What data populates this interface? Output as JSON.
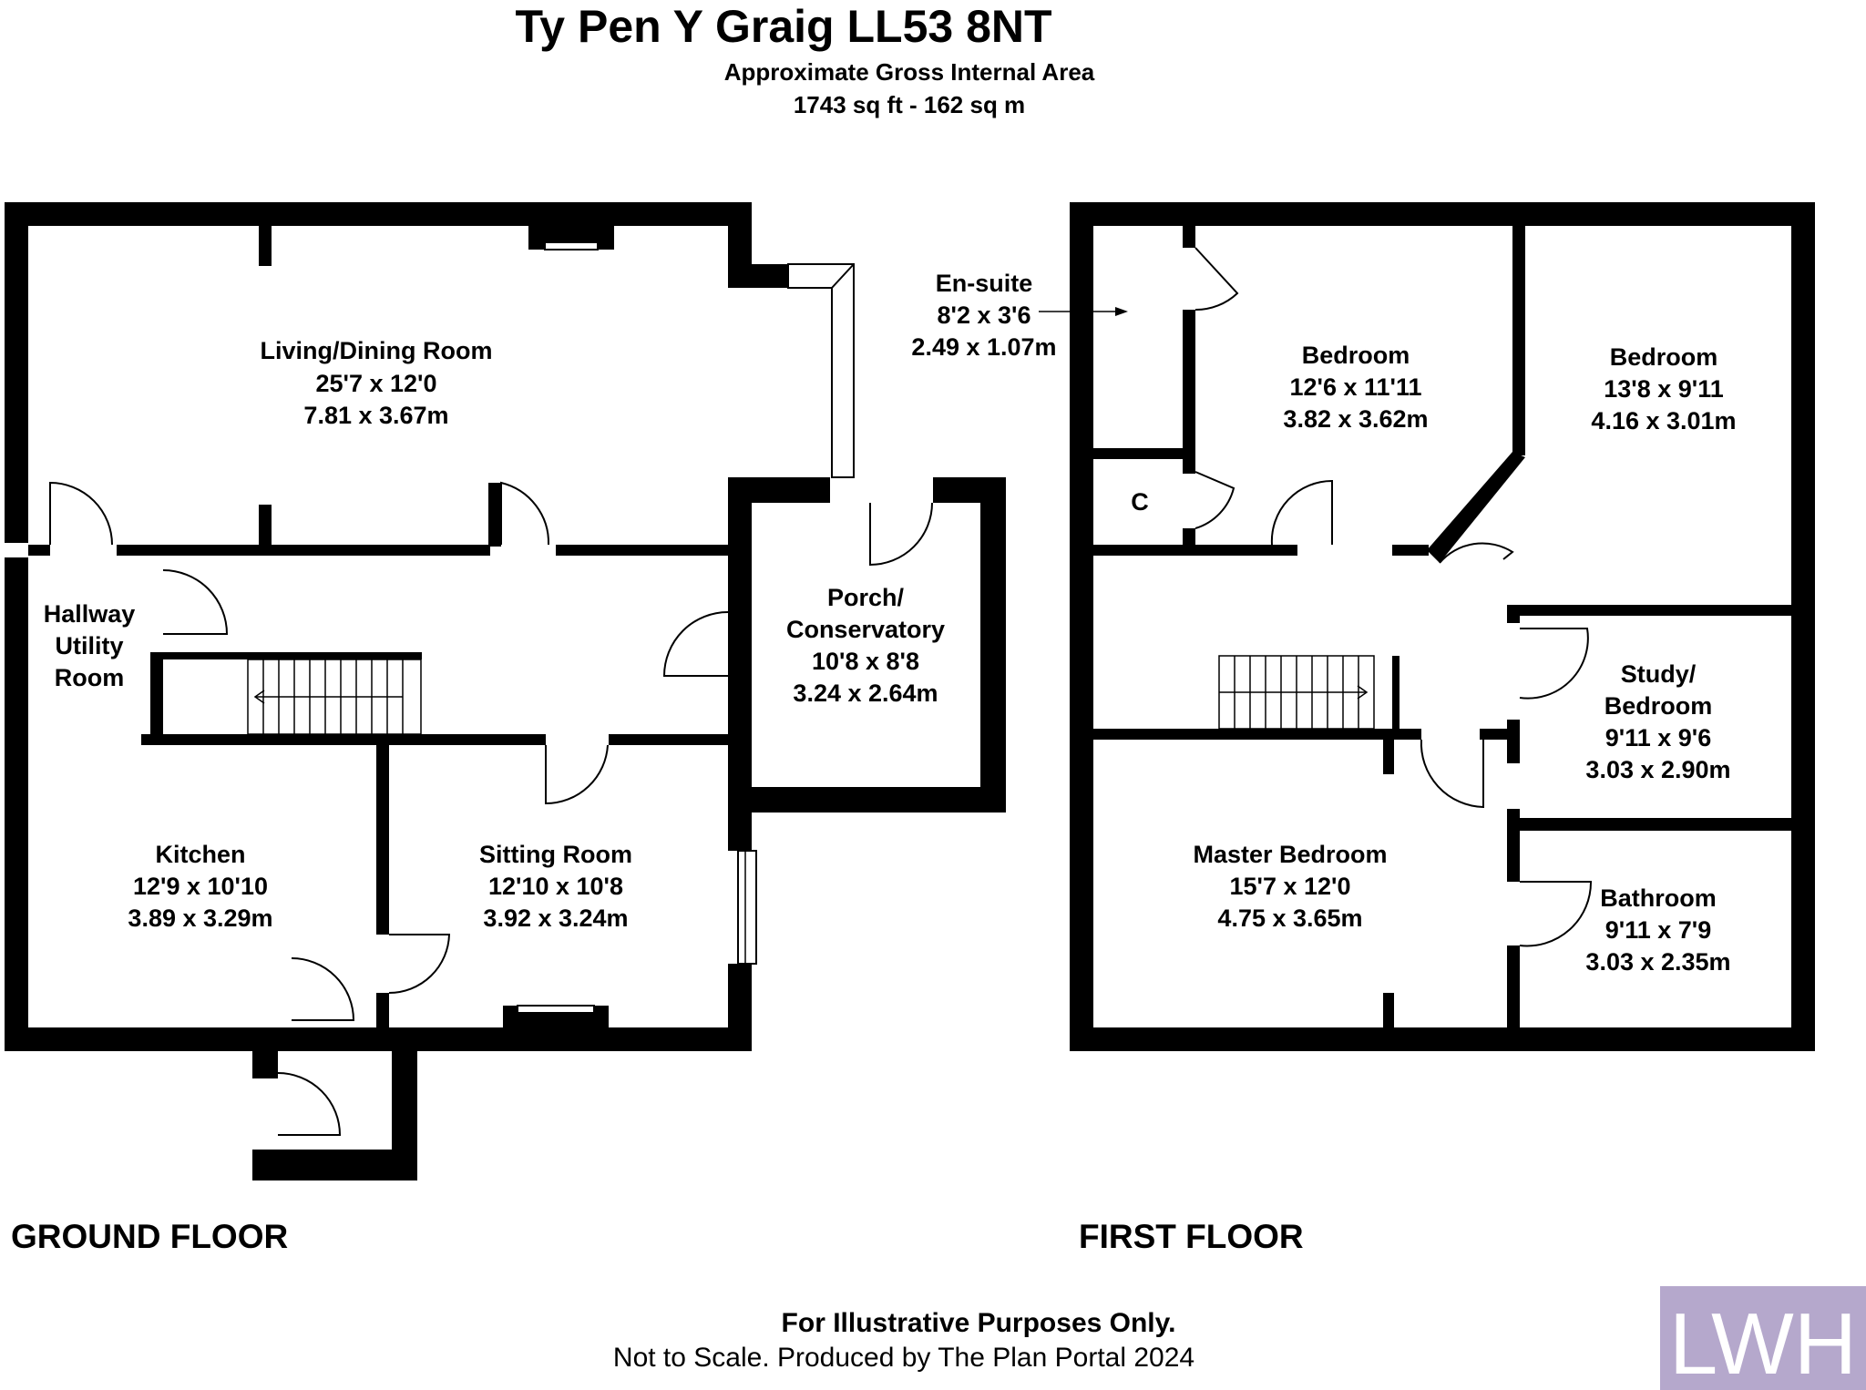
{
  "header": {
    "title": "Ty Pen Y Graig LL53 8NT",
    "subtitle": "Approximate Gross Internal Area",
    "area": "1743 sq ft - 162 sq m"
  },
  "ground_floor": {
    "label": "GROUND FLOOR",
    "rooms": {
      "living": {
        "name": "Living/Dining Room",
        "imperial": "25'7 x 12'0",
        "metric": "7.81 x 3.67m"
      },
      "hallway": {
        "line1": "Hallway",
        "line2": "Utility",
        "line3": "Room"
      },
      "porch": {
        "line1": "Porch/",
        "line2": "Conservatory",
        "imperial": "10'8 x 8'8",
        "metric": "3.24 x 2.64m"
      },
      "kitchen": {
        "name": "Kitchen",
        "imperial": "12'9 x 10'10",
        "metric": "3.89 x 3.29m"
      },
      "sitting": {
        "name": "Sitting Room",
        "imperial": "12'10 x 10'8",
        "metric": "3.92 x 3.24m"
      }
    }
  },
  "first_floor": {
    "label": "FIRST FLOOR",
    "rooms": {
      "ensuite": {
        "name": "En-suite",
        "imperial": "8'2 x 3'6",
        "metric": "2.49 x 1.07m"
      },
      "bedroom1": {
        "name": "Bedroom",
        "imperial": "12'6 x 11'11",
        "metric": "3.82 x 3.62m"
      },
      "bedroom2": {
        "name": "Bedroom",
        "imperial": "13'8 x 9'11",
        "metric": "4.16 x 3.01m"
      },
      "cupboard": {
        "name": "C"
      },
      "study": {
        "line1": "Study/",
        "line2": "Bedroom",
        "imperial": "9'11 x 9'6",
        "metric": "3.03 x 2.90m"
      },
      "master": {
        "name": "Master Bedroom",
        "imperial": "15'7 x 12'0",
        "metric": "4.75 x 3.65m"
      },
      "bathroom": {
        "name": "Bathroom",
        "imperial": "9'11 x 7'9",
        "metric": "3.03 x 2.35m"
      }
    }
  },
  "footer": {
    "disclaimer": "For Illustrative Purposes Only.",
    "credit": "Not to Scale. Produced by The Plan Portal 2024"
  },
  "logo": {
    "text": "LWH",
    "color": "#b5a8cc"
  }
}
